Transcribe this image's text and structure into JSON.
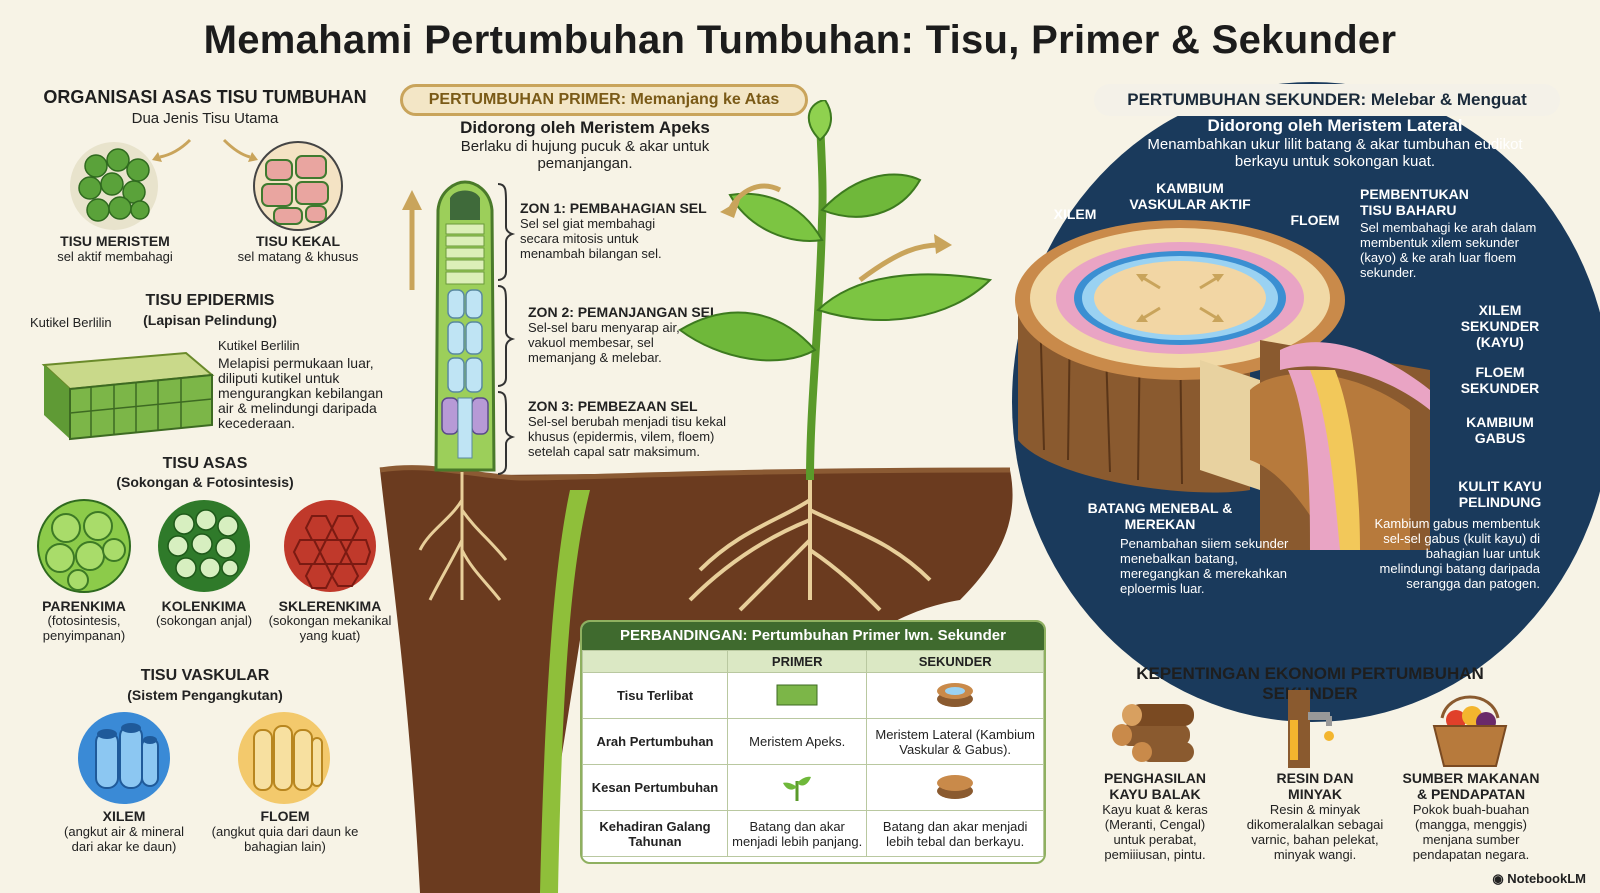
{
  "title": "Memahami Pertumbuhan Tumbuhan: Tisu, Primer & Sekunder",
  "colors": {
    "background": "#f7f3e6",
    "primer_accent": "#c9a45b",
    "sekunder_bg": "#1a3a5c",
    "table_header": "#3f6a2e",
    "soil": "#6b3b1f"
  },
  "organisasi": {
    "heading": "ORGANISASI ASAS TISU TUMBUHAN",
    "sub": "Dua Jenis Tisu Utama",
    "meristem": {
      "title": "TISU MERISTEM",
      "desc": "sel aktif membahagi"
    },
    "kekal": {
      "title": "TISU KEKAL",
      "desc": "sel matang & khusus"
    }
  },
  "epidermis": {
    "title": "TISU EPIDERMIS",
    "sub": "(Lapisan Pelindung)",
    "label_left": "Kutikel Berlilin",
    "label_right": "Kutikel Berlilin",
    "desc": "Melapisi permukaan luar, diliputi kutikel untuk mengurangkan kebilangan air & melindungi daripada kecederaan."
  },
  "asas": {
    "title": "TISU ASAS",
    "sub": "(Sokongan & Fotosintesis)",
    "items": [
      {
        "name": "PARENKIMA",
        "desc": "(fotosintesis, penyimpanan)"
      },
      {
        "name": "KOLENKIMA",
        "desc": "(sokongan anjal)"
      },
      {
        "name": "SKLERENKIMA",
        "desc": "(sokongan mekanikal yang kuat)"
      }
    ]
  },
  "vaskular": {
    "title": "TISU VASKULAR",
    "sub": "(Sistem Pengangkutan)",
    "xilem": {
      "name": "XILEM",
      "desc": "(angkut air & mineral dari akar ke daun)"
    },
    "floem": {
      "name": "FLOEM",
      "desc": "(angkut quia dari daun ke bahagian lain)"
    }
  },
  "primer": {
    "tab": "PERTUMBUHAN PRIMER: Memanjang ke Atas",
    "heading": "Didorong oleh Meristem Apeks",
    "desc": "Berlaku di hujung pucuk & akar untuk pemanjangan.",
    "zones": [
      {
        "title": "ZON 1: PEMBAHAGIAN SEL",
        "desc": "Sel sel giat membahagi secara mitosis untuk menambah bilangan sel."
      },
      {
        "title": "ZON 2: PEMANJANGAN SEL",
        "desc": "Sel-sel baru menyarap air, vakuol membesar, sel memanjang & melebar."
      },
      {
        "title": "ZON 3: PEMBEZAAN SEL",
        "desc": "Sel-sel berubah menjadi tisu kekal khusus (epidermis, vilem, floem) setelah capal satr maksimum."
      }
    ]
  },
  "sekunder": {
    "tab": "PERTUMBUHAN SEKUNDER: Melebar & Menguat",
    "heading": "Didorong oleh Meristem Lateral",
    "desc": "Menambahkan ukur lilit batang & akar tumbuhan eudikot berkayu untuk sokongan kuat.",
    "labels": {
      "xilem": "XILEM",
      "kambium": "KAMBIUM VASKULAR AKTIF",
      "floem": "FLOEM",
      "pembentukan_title": "PEMBENTUKAN TISU BAHARU",
      "pembentukan_desc": "Sel membahagi ke arah dalam membentuk xilem sekunder (kayo) & ke arah luar floem sekunder.",
      "xilem_sek": "XILEM SEKUNDER (KAYU)",
      "floem_sek": "FLOEM SEKUNDER",
      "kambium_gabus": "KAMBIUM GABUS",
      "kulit_title": "KULIT KAYU PELINDUNG",
      "kulit_desc": "Kambium gabus membentuk sel-sel gabus (kulit kayu) di bahagian luar untuk melindungi batang daripada serangga dan patogen.",
      "batang_title": "BATANG MENEBAL & MEREKAN",
      "batang_desc": "Penambahan siiem sekunder menebalkan batang, meregangkan & merekahkan eploermis luar."
    }
  },
  "perbandingan": {
    "title": "PERBANDINGAN: Pertumbuhan Primer lwn. Sekunder",
    "headers": [
      "",
      "PRIMER",
      "SEKUNDER"
    ],
    "rows": [
      {
        "label": "Tisu Terlibat",
        "primer": "",
        "sekunder": ""
      },
      {
        "label": "Arah Pertumbuhan",
        "primer": "Meristem Apeks.",
        "sekunder": "Meristem Lateral (Kambium Vaskular & Gabus)."
      },
      {
        "label": "Kesan Pertumbuhan",
        "primer": "",
        "sekunder": ""
      },
      {
        "label": "Kehadiran Galang Tahunan",
        "primer": "Batang dan akar menjadi lebih panjang.",
        "sekunder": "Batang dan akar menjadi lebih tebal dan berkayu."
      }
    ]
  },
  "ekonomi": {
    "title": "KEPENTINGAN EKONOMI PERTUMBUHAN SEKUNDER",
    "items": [
      {
        "title": "PENGHASILAN KAYU BALAK",
        "desc": "Kayu kuat & keras (Meranti, Cengal) untuk perabat, pemiiiusan, pintu."
      },
      {
        "title": "RESIN DAN MINYAK",
        "desc": "Resin & minyak dikomeralalkan sebagai varnic, bahan pelekat, minyak wangi."
      },
      {
        "title": "SUMBER MAKANAN & PENDAPATAN",
        "desc": "Pokok buah-buahan (mangga, menggis) menjana sumber pendapatan negara."
      }
    ]
  },
  "brand": "NotebookLM"
}
